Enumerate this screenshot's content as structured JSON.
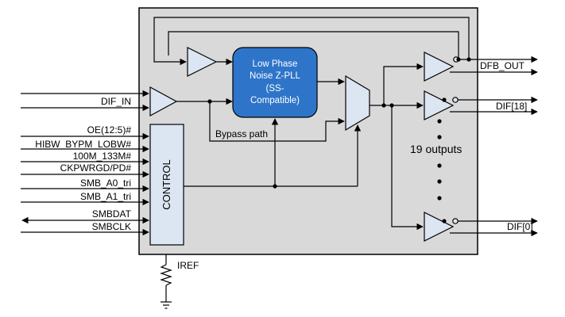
{
  "pll_block": {
    "line1": "Low Phase",
    "line2": "Noise Z-PLL",
    "line3": "(SS-",
    "line4": "Compatible)"
  },
  "control_label": "CONTROL",
  "bypass_label": "Bypass path",
  "outputs_count_label": "19 outputs",
  "iref_label": "IREF",
  "inputs": {
    "dif_in": "DIF_IN",
    "oe": "OE(12:5)#",
    "hibw": "HIBW_BYPM_LOBW#",
    "sel_100m": "100M_133M#",
    "ckpwrgd": "CKPWRGD/PD#",
    "smb_a0": "SMB_A0_tri",
    "smb_a1": "SMB_A1_tri",
    "smbdat": "SMBDAT",
    "smbclk": "SMBCLK"
  },
  "outputs": {
    "dfb_out": "DFB_OUT",
    "dif18": "DIF[18]",
    "dif0": "DIF[0]"
  },
  "colors": {
    "chip_bg": "#d9d9d9",
    "buffer_fill": "#dce6f2",
    "pll_fill": "#2e75c9",
    "pll_text": "#ffffff"
  }
}
